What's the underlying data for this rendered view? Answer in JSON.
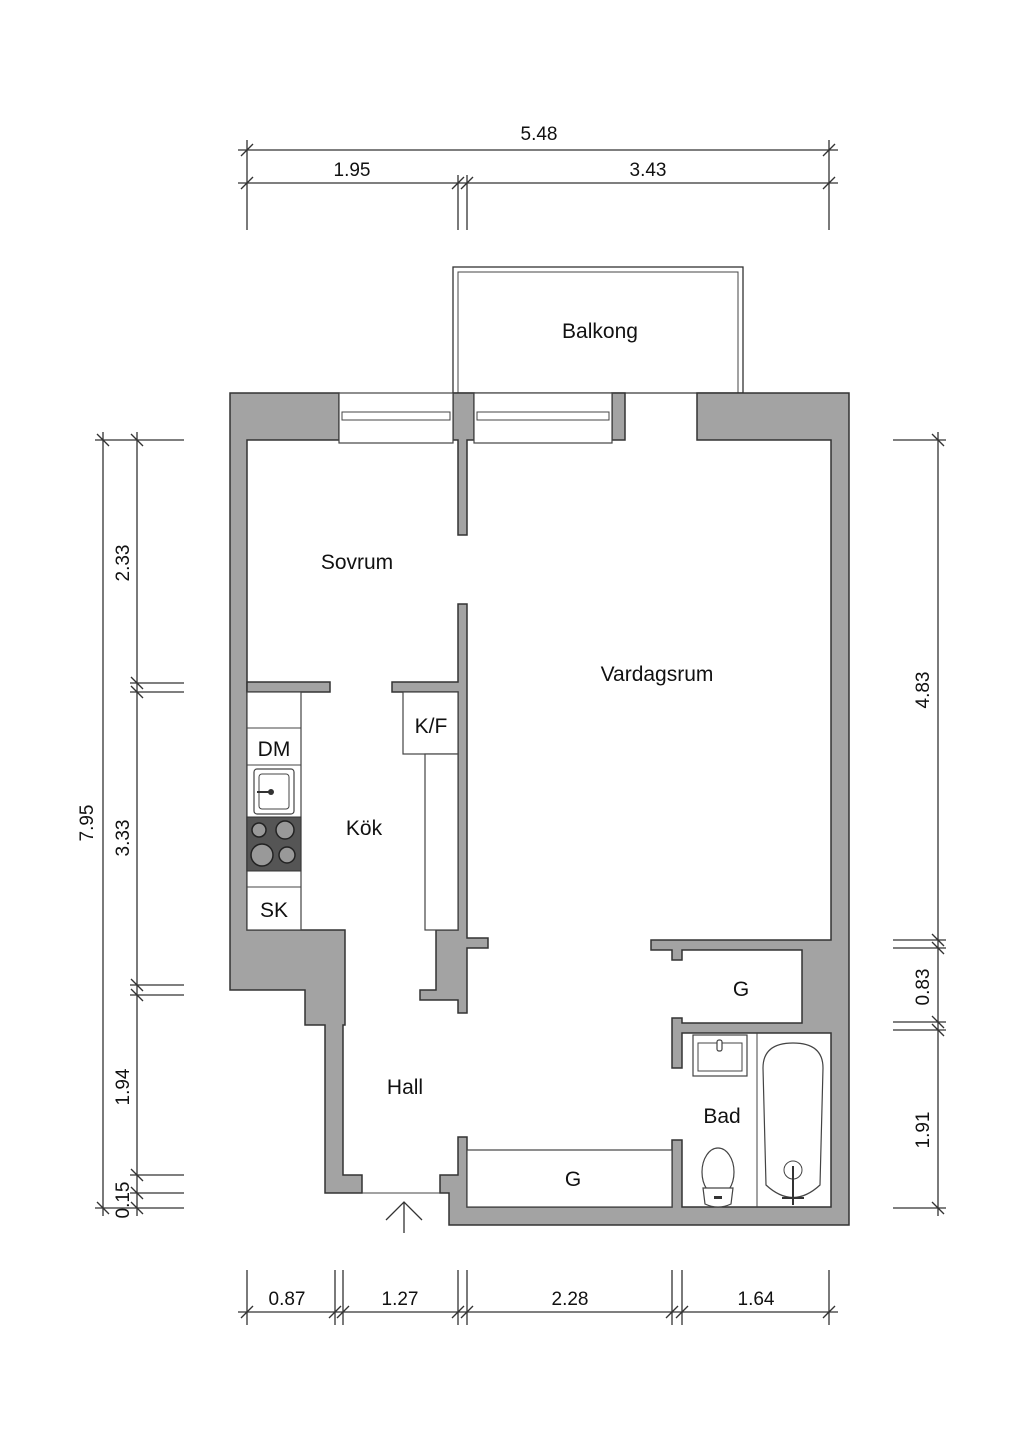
{
  "rooms": {
    "balkong": "Balkong",
    "sovrum": "Sovrum",
    "vardagsrum": "Vardagsrum",
    "kok": "Kök",
    "hall": "Hall",
    "bad": "Bad",
    "garderob_upper": "G",
    "garderob_lower": "G"
  },
  "fixtures": {
    "dishwasher": "DM",
    "cabinet": "SK",
    "fridge_freezer": "K/F"
  },
  "dimensions": {
    "top_total": "5.48",
    "top_segments": [
      "1.95",
      "3.43"
    ],
    "bottom_segments": [
      "0.87",
      "1.27",
      "2.28",
      "1.64"
    ],
    "left_total": "7.95",
    "left_segments": [
      "2.33",
      "3.33",
      "1.94",
      "0.15"
    ],
    "right_segments": [
      "4.83",
      "0.83",
      "1.91"
    ]
  },
  "colors": {
    "wall": "#a3a3a3",
    "stove": "#555555"
  }
}
